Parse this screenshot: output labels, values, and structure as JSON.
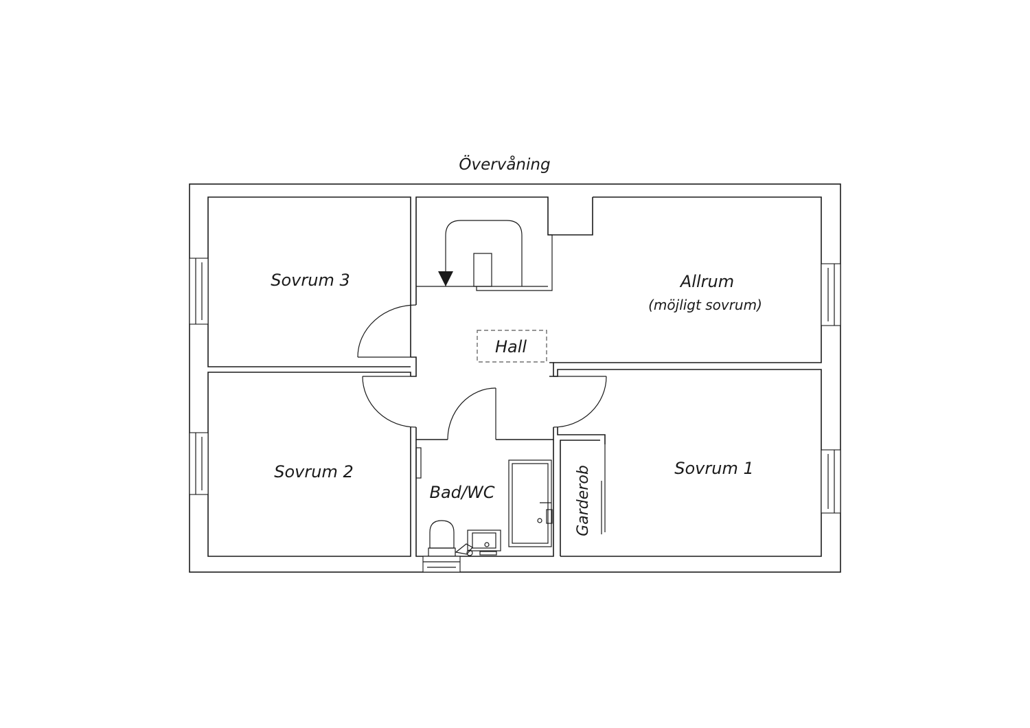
{
  "plan": {
    "title": "Övervåning",
    "rooms": {
      "sovrum3": "Sovrum 3",
      "sovrum2": "Sovrum 2",
      "sovrum1": "Sovrum 1",
      "allrum": "Allrum",
      "allrum_sub": "(möjligt sovrum)",
      "hall": "Hall",
      "bad": "Bad/WC",
      "garderob": "Garderob"
    }
  }
}
